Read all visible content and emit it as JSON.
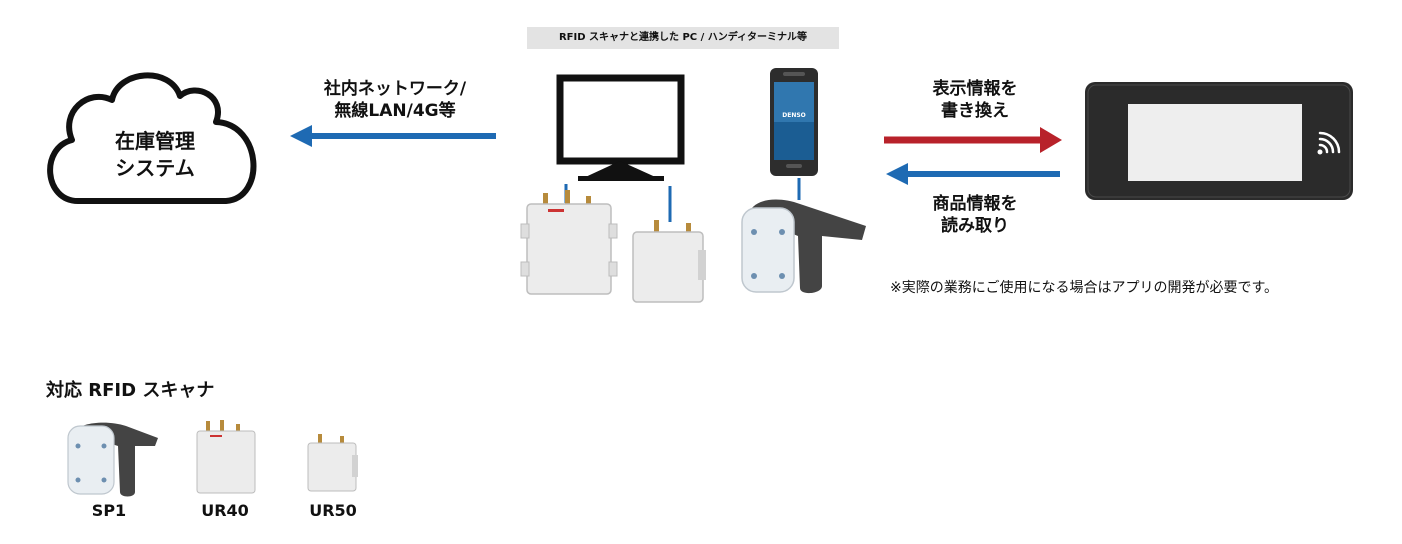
{
  "cloud": {
    "label_line1": "在庫管理",
    "label_line2": "システム"
  },
  "network": {
    "label_line1": "社内ネットワーク/",
    "label_line2": "無線LAN/4G等"
  },
  "pc_label": "RFID スキャナと連携した PC / ハンディターミナル等",
  "handheld_brand": "DENSO",
  "rewrite": {
    "label_line1": "表示情報を",
    "label_line2": "書き換え"
  },
  "readinfo": {
    "label_line1": "商品情報を",
    "label_line2": "読み取り"
  },
  "note": "※実際の業務にご使用になる場合はアプリの開発が必要です。",
  "scanners": {
    "title": "対応 RFID スキャナ",
    "items": [
      {
        "name": "SP1"
      },
      {
        "name": "UR40"
      },
      {
        "name": "UR50"
      }
    ]
  },
  "colors": {
    "blue_arrow": "#1e6ab3",
    "red_arrow": "#b8222a",
    "tag_frame": "#2b2b2b",
    "tag_screen": "#eeeeee"
  }
}
